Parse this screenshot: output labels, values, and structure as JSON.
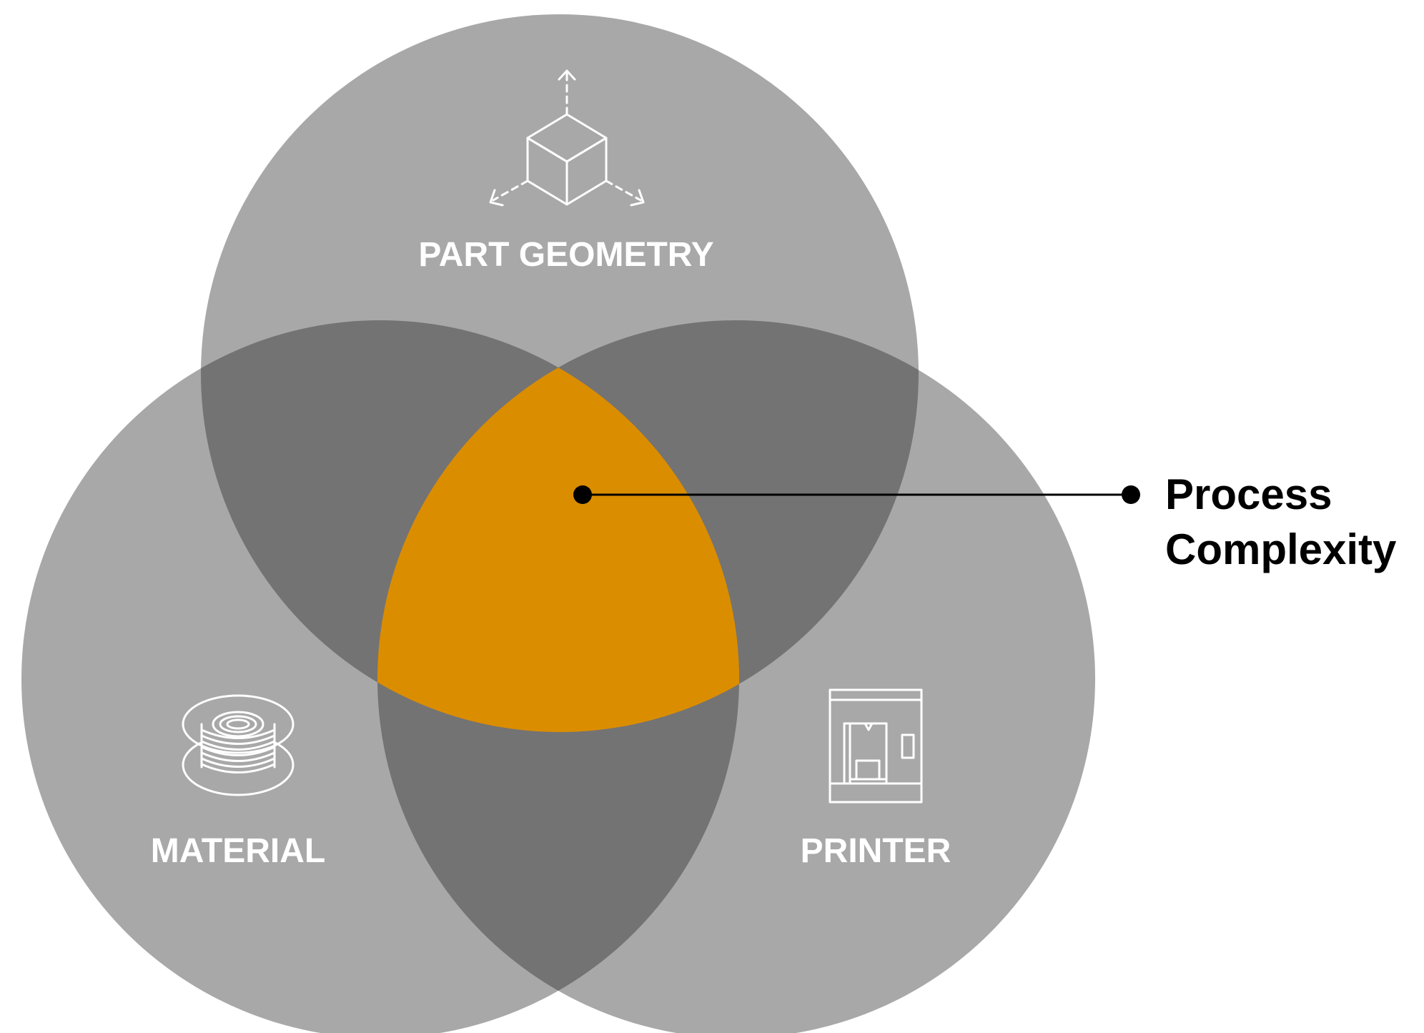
{
  "colors": {
    "circle_fill": "#a8a8a8",
    "overlap_two": "#737373",
    "overlap_center": "#db8d00",
    "label_text": "#ffffff",
    "callout_text": "#000000"
  },
  "circles": [
    {
      "id": "part-geometry",
      "label": "PART GEOMETRY",
      "icon": "cube-axes-icon"
    },
    {
      "id": "material",
      "label": "MATERIAL",
      "icon": "filament-spool-icon"
    },
    {
      "id": "printer",
      "label": "PRINTER",
      "icon": "3d-printer-icon"
    }
  ],
  "callout": {
    "line1": "Process",
    "line2": "Complexity"
  }
}
